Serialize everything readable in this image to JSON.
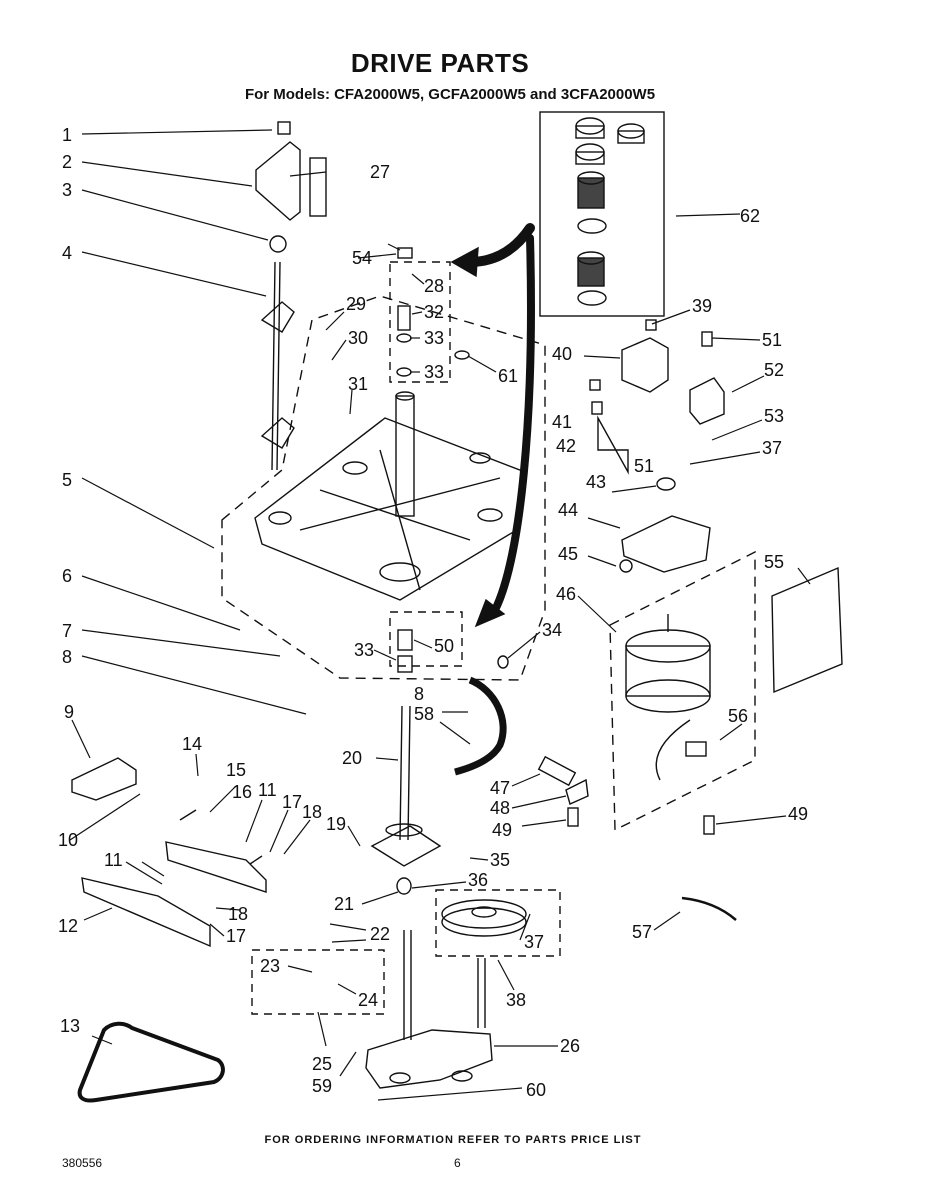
{
  "header": {
    "title": "DRIVE PARTS",
    "subtitle": "For Models: CFA2000W5, GCFA2000W5  and 3CFA2000W5"
  },
  "footer": {
    "ordering_note": "FOR ORDERING INFORMATION REFER TO PARTS PRICE LIST",
    "document_number": "380556",
    "page_number": "6"
  },
  "callouts": {
    "c1": "1",
    "c2": "2",
    "c3": "3",
    "c4": "4",
    "c5": "5",
    "c6": "6",
    "c7": "7",
    "c8": "8",
    "c8b": "8",
    "c9": "9",
    "c10": "10",
    "c11": "11",
    "c11b": "11",
    "c12": "12",
    "c13": "13",
    "c14": "14",
    "c15": "15",
    "c16": "16",
    "c17": "17",
    "c17b": "17",
    "c18": "18",
    "c18b": "18",
    "c19": "19",
    "c20": "20",
    "c21": "21",
    "c22": "22",
    "c23": "23",
    "c24": "24",
    "c25": "25",
    "c26": "26",
    "c27": "27",
    "c28": "28",
    "c29": "29",
    "c30": "30",
    "c31": "31",
    "c32": "32",
    "c33a": "33",
    "c33b": "33",
    "c33c": "33",
    "c34": "34",
    "c35": "35",
    "c36": "36",
    "c37": "37",
    "c37b": "37",
    "c38": "38",
    "c39": "39",
    "c40": "40",
    "c41": "41",
    "c42": "42",
    "c43": "43",
    "c44": "44",
    "c45": "45",
    "c46": "46",
    "c47": "47",
    "c48": "48",
    "c49": "49",
    "c49b": "49",
    "c50": "50",
    "c51": "51",
    "c51b": "51",
    "c52": "52",
    "c53": "53",
    "c54": "54",
    "c55": "55",
    "c56": "56",
    "c57": "57",
    "c58": "58",
    "c59": "59",
    "c60": "60",
    "c61": "61",
    "c62": "62"
  }
}
